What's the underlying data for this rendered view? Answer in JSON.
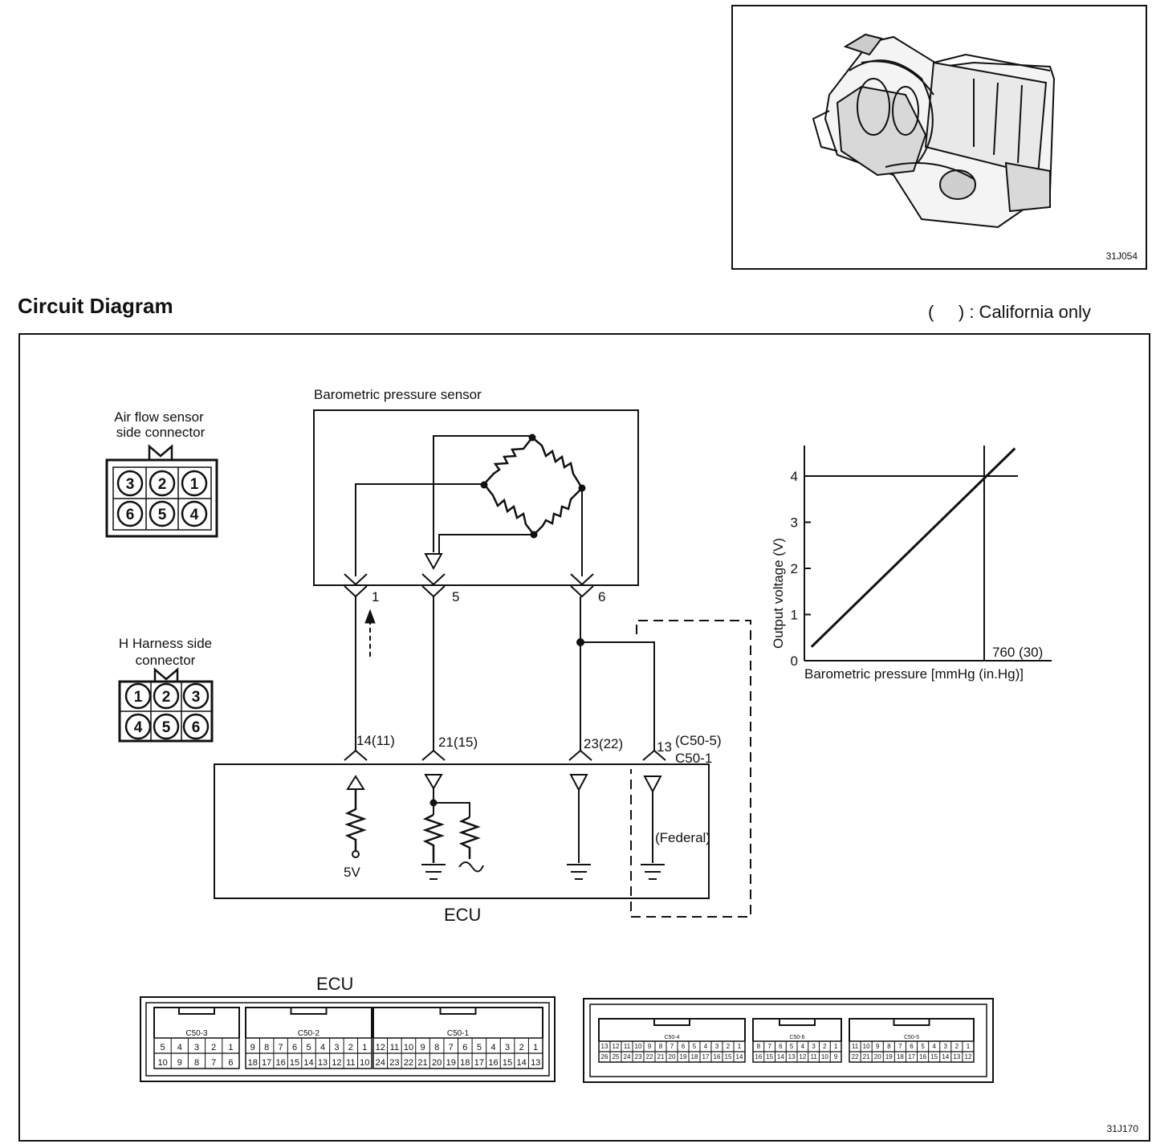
{
  "photo": {
    "code": "31J054",
    "image": "barometric-pressure-sensor-assembly-illustration"
  },
  "heading": "Circuit Diagram",
  "note": "(     ) : California only",
  "diagram": {
    "code": "31J170",
    "af_connector": {
      "title_1": "Air flow sensor",
      "title_2": "side connector",
      "pins": [
        "3",
        "2",
        "1",
        "6",
        "5",
        "4"
      ]
    },
    "h_connector": {
      "title_1": "H Harness side",
      "title_2": "connector",
      "pins": [
        "1",
        "2",
        "3",
        "4",
        "5",
        "6"
      ]
    },
    "sensor": {
      "label": "Barometric pressure sensor",
      "pins": [
        "1",
        "5",
        "6"
      ]
    },
    "ecu": {
      "label": "ECU",
      "terminals": [
        "14(11)",
        "21(15)",
        "23(22)",
        "13"
      ],
      "t13_alt": "(C50-5)",
      "t13_conn": "C50-1",
      "supply": "5V",
      "federal": "(Federal)"
    },
    "ecu_connectors": {
      "title": "ECU",
      "left": [
        {
          "name": "C50-3",
          "top": [
            "5",
            "4",
            "3",
            "2",
            "1"
          ],
          "bottom": [
            "10",
            "9",
            "8",
            "7",
            "6"
          ]
        },
        {
          "name": "C50-2",
          "top": [
            "9",
            "8",
            "7",
            "6",
            "5",
            "4",
            "3",
            "2",
            "1"
          ],
          "bottom": [
            "18",
            "17",
            "16",
            "15",
            "14",
            "13",
            "12",
            "11",
            "10"
          ]
        },
        {
          "name": "C50-1",
          "top": [
            "12",
            "11",
            "10",
            "9",
            "8",
            "7",
            "6",
            "5",
            "4",
            "3",
            "2",
            "1"
          ],
          "bottom": [
            "24",
            "23",
            "22",
            "21",
            "20",
            "19",
            "18",
            "17",
            "16",
            "15",
            "14",
            "13"
          ]
        }
      ],
      "right": [
        {
          "name": "C50-4",
          "top": [
            "13",
            "12",
            "11",
            "10",
            "9",
            "8",
            "7",
            "6",
            "5",
            "4",
            "3",
            "2",
            "1"
          ],
          "bottom": [
            "26",
            "25",
            "24",
            "23",
            "22",
            "21",
            "20",
            "19",
            "18",
            "17",
            "16",
            "15",
            "14"
          ]
        },
        {
          "name": "C50-6",
          "top": [
            "8",
            "7",
            "6",
            "5",
            "4",
            "3",
            "2",
            "1"
          ],
          "bottom": [
            "16",
            "15",
            "14",
            "13",
            "12",
            "11",
            "10",
            "9"
          ]
        },
        {
          "name": "C50-5",
          "top": [
            "11",
            "10",
            "9",
            "8",
            "7",
            "6",
            "5",
            "4",
            "3",
            "2",
            "1"
          ],
          "bottom": [
            "22",
            "21",
            "20",
            "19",
            "18",
            "17",
            "16",
            "15",
            "14",
            "13",
            "12"
          ]
        }
      ]
    }
  },
  "chart_data": {
    "type": "line",
    "xlabel": "Barometric pressure [mmHg (in.Hg)]",
    "ylabel": "Output voltage (V)",
    "yticks": [
      "0",
      "1",
      "2",
      "3",
      "4"
    ],
    "ylim": [
      0,
      4.6
    ],
    "xlim": [
      0,
      890
    ],
    "series": [
      {
        "x": [
          30,
          890
        ],
        "y": [
          0.3,
          4.6
        ]
      }
    ],
    "reference": {
      "x": 760,
      "x_label": "760  (30)",
      "y": 4
    }
  }
}
